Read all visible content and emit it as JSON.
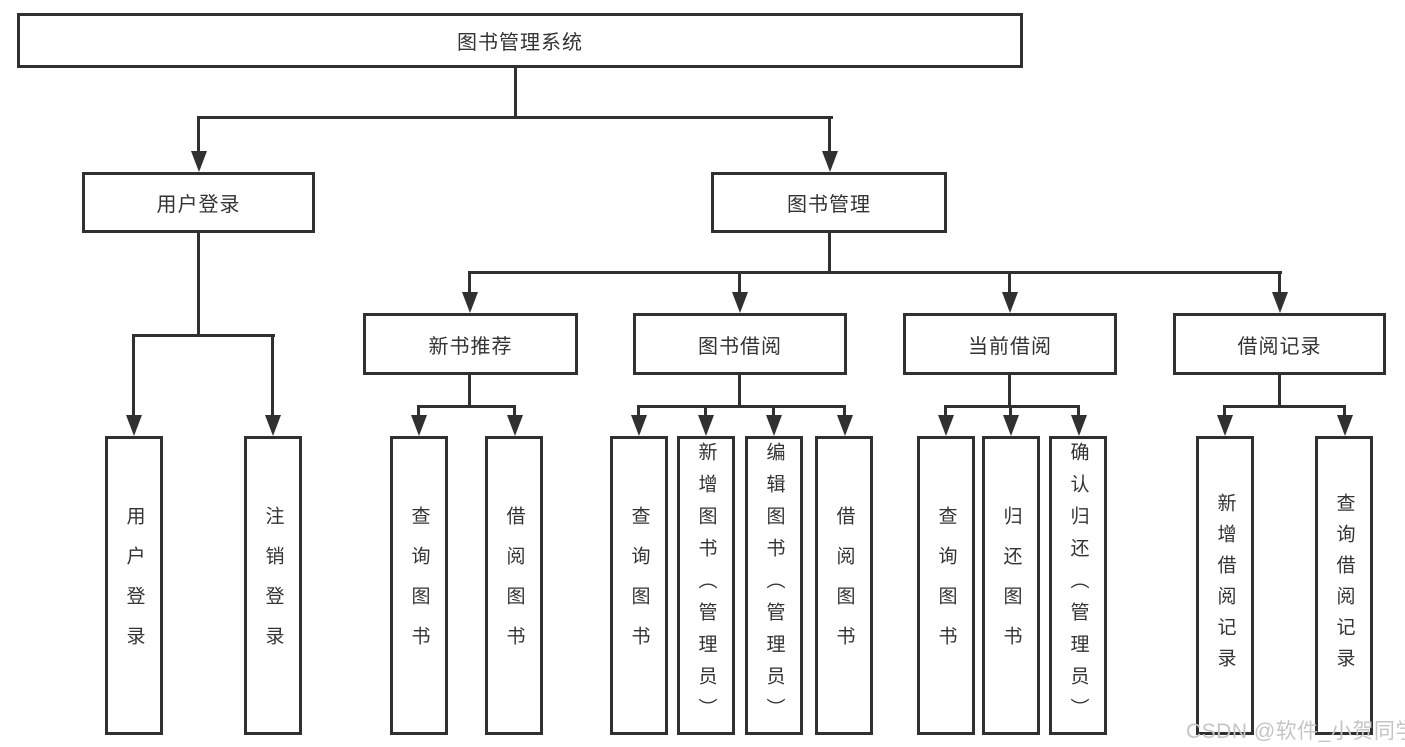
{
  "tree": {
    "root": "图书管理系统",
    "user_login": "用户登录",
    "book_mgmt": "图书管理",
    "new_book": "新书推荐",
    "book_borrow": "图书借阅",
    "current_borrow": "当前借阅",
    "borrow_record": "借阅记录",
    "leaves": {
      "user": [
        "用户登录",
        "注销登录"
      ],
      "new_book": [
        "查询图书",
        "借阅图书"
      ],
      "book_borrow": [
        "查询图书",
        "新增图书（管理员）",
        "编辑图书（管理员）",
        "借阅图书"
      ],
      "current_borrow": [
        "查询图书",
        "归还图书",
        "确认归还（管理员）"
      ],
      "borrow_record": [
        "新增借阅记录",
        "查询借阅记录"
      ]
    }
  },
  "watermark": "CSDN @软件_小贺同学",
  "colors": {
    "line": "#303030",
    "text": "#333333",
    "box_bg": "#ffffff",
    "watermark_color": "#c5c5c5"
  }
}
